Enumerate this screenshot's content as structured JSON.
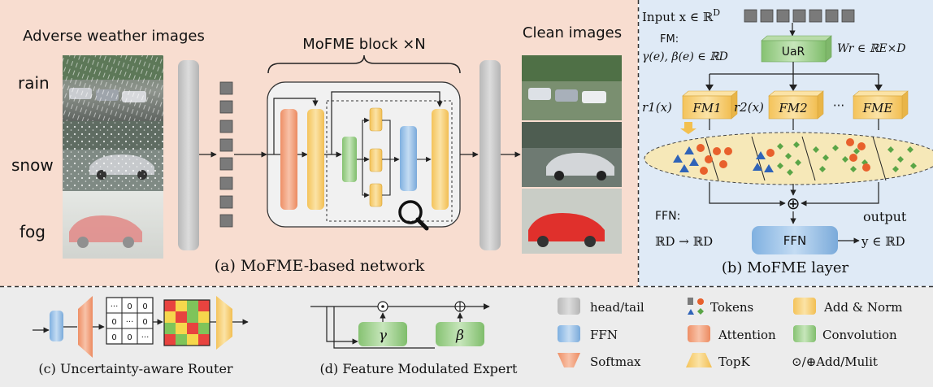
{
  "panel_a": {
    "caption": "(a) MoFME-based network",
    "adverse_title": "Adverse weather images",
    "clean_title": "Clean images",
    "block_title": "MoFME block ×N",
    "row_labels": [
      "rain",
      "snow",
      "fog"
    ]
  },
  "panel_b": {
    "caption": "(b) MoFME layer",
    "input_label": "Input x ∈ ℝ",
    "input_sup": "D",
    "fm_label": "FM:",
    "fm_params": "γ(e), β(e) ∈ ℝD",
    "uar_label": "UaR",
    "wr_label": "Wr ∈ ℝE×D",
    "experts": [
      {
        "gate": "r1(x)",
        "name": "FM1"
      },
      {
        "gate": "r2(x)",
        "name": "FM2"
      },
      {
        "gate": "",
        "name": "FME"
      }
    ],
    "ellipsis": "···",
    "sum_symbol": "⊕",
    "ffn_label": "FFN:",
    "ffn_map": "ℝD → ℝD",
    "ffn_box": "FFN",
    "output_label": "output",
    "output_formula": "y ∈ ℝD"
  },
  "panel_c": {
    "caption": "(c) Uncertainty-aware Router",
    "matrix": [
      [
        "···",
        "0",
        "0"
      ],
      [
        "0",
        "···",
        "0"
      ],
      [
        "0",
        "0",
        "···"
      ]
    ]
  },
  "panel_d": {
    "caption": "(d) Feature Modulated Expert",
    "gamma": "γ",
    "beta": "β",
    "mult": "⊙",
    "add": "⊕"
  },
  "legend": [
    {
      "label": "head/tail",
      "swatch": "gray"
    },
    {
      "label": "Tokens",
      "swatch": "tokens"
    },
    {
      "label": "Add & Norm",
      "swatch": "yellow"
    },
    {
      "label": "FFN",
      "swatch": "blue"
    },
    {
      "label": "Attention",
      "swatch": "orange"
    },
    {
      "label": "Convolution",
      "swatch": "green"
    },
    {
      "label": "Softmax",
      "swatch": "softmax"
    },
    {
      "label": "TopK",
      "swatch": "topk"
    },
    {
      "label": "⊙/⊕Add/Mulit",
      "swatch": "none"
    }
  ],
  "colors": {
    "panel_a_bg": "#f8ddd0",
    "panel_b_bg": "#dfeaf6",
    "bottom_bg": "#ececec",
    "head_tail": "#c8c8c8",
    "add_norm": "#f7d27e",
    "ffn": "#9ec3e8",
    "attention": "#f2a380",
    "convolution": "#9fd08d",
    "token": "#777777"
  }
}
